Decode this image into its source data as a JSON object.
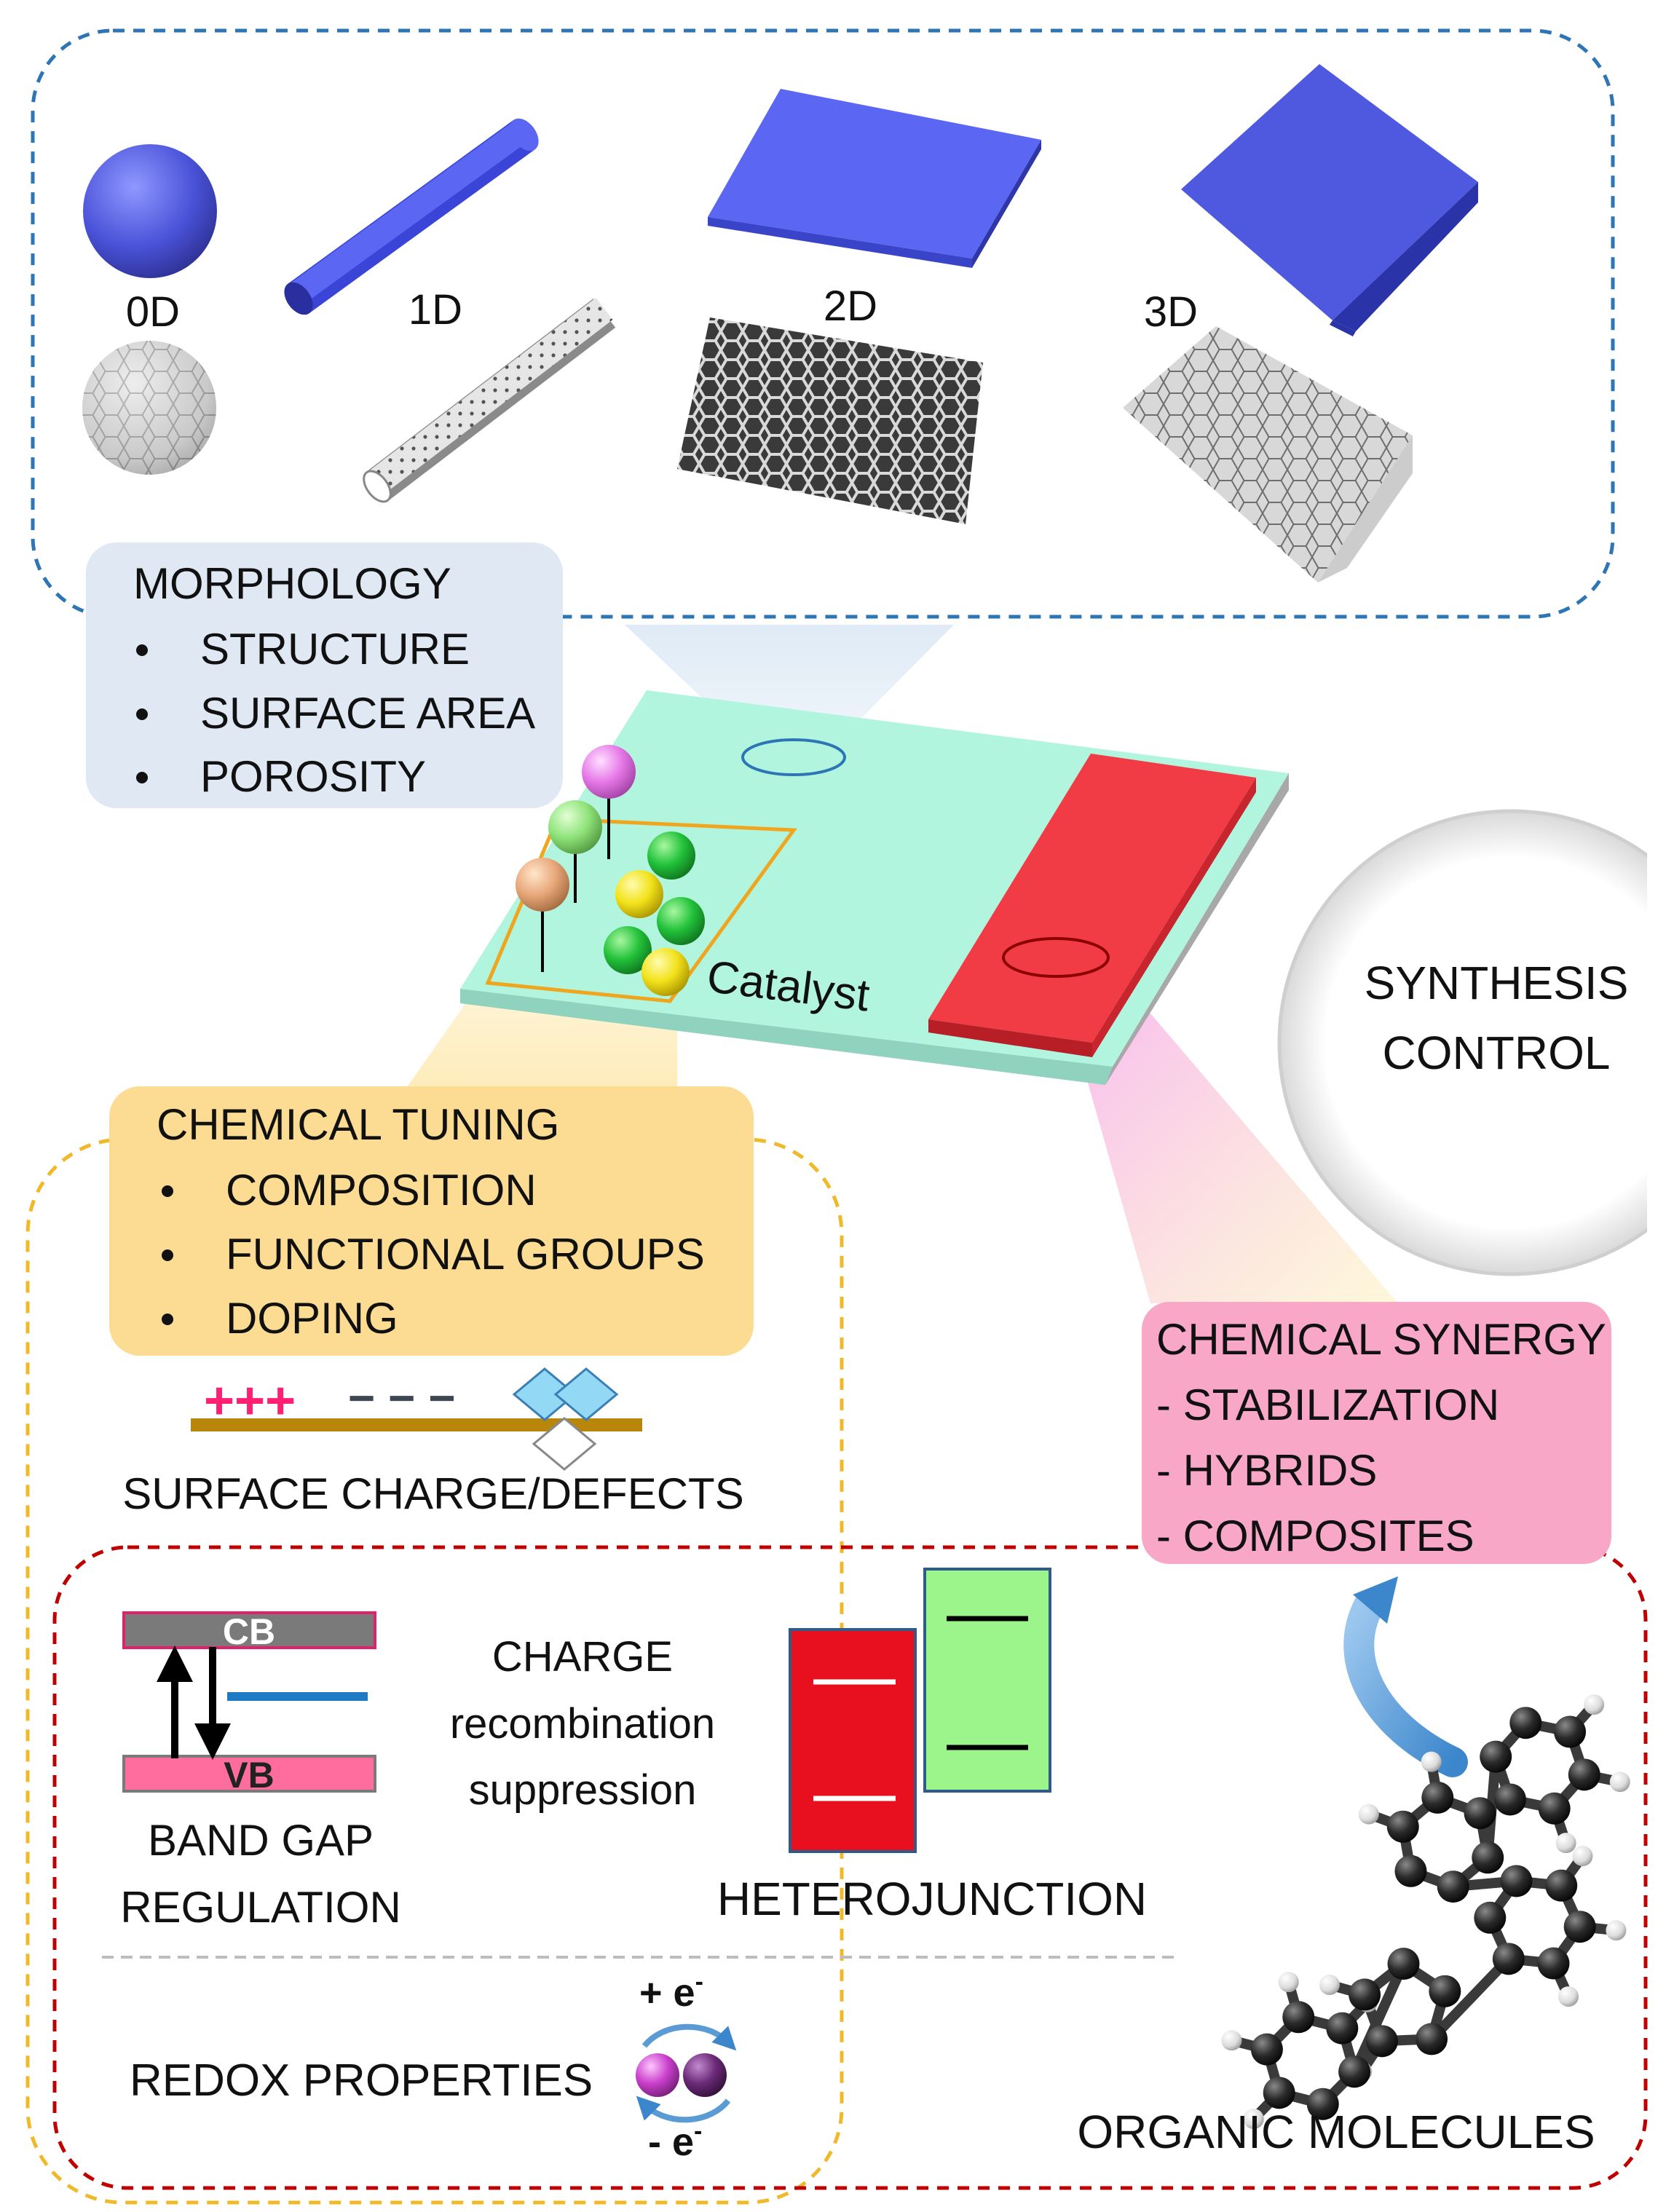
{
  "dimensions": {
    "zero_d": "0D",
    "one_d": "1D",
    "two_d": "2D",
    "three_d": "3D"
  },
  "morphology": {
    "title": "MORPHOLOGY",
    "items": [
      "STRUCTURE",
      "SURFACE AREA",
      "POROSITY"
    ]
  },
  "catalyst_label": "Catalyst",
  "synthesis_control": {
    "line1": "SYNTHESIS",
    "line2": "CONTROL"
  },
  "chemical_tuning": {
    "title": "CHEMICAL TUNING",
    "items": [
      "COMPOSITION",
      "FUNCTIONAL GROUPS",
      "DOPING"
    ]
  },
  "surface_charge": {
    "plus": "+++",
    "minus": "− − −",
    "label": "SURFACE CHARGE/DEFECTS"
  },
  "chemical_synergy": {
    "title": "CHEMICAL SYNERGY",
    "items": [
      "- STABILIZATION",
      "- HYBRIDS",
      "- COMPOSITES"
    ]
  },
  "band_gap": {
    "cb": "CB",
    "vb": "VB",
    "line1": "BAND GAP",
    "line2": "REGULATION"
  },
  "charge_recombination": {
    "line1": "CHARGE",
    "line2": "recombination",
    "line3": "suppression"
  },
  "heterojunction_label": "HETEROJUNCTION",
  "redox": {
    "label": "REDOX PROPERTIES",
    "plus_e": "+ e",
    "minus_e": "- e",
    "superscript": "-"
  },
  "organic_molecules_label": "ORGANIC MOLECULES",
  "colors": {
    "blue_dash": "#2e75b6",
    "orange_dash": "#f0b92a",
    "red_dash": "#c00000",
    "morphology_box": "#dfe8f3",
    "tuning_box": "#fcdc92",
    "synergy_box": "#f9a7c6",
    "catalyst_plate": "#b2f5df",
    "red_strip": "#f23c45",
    "shape_blue": "#5b66f2"
  }
}
